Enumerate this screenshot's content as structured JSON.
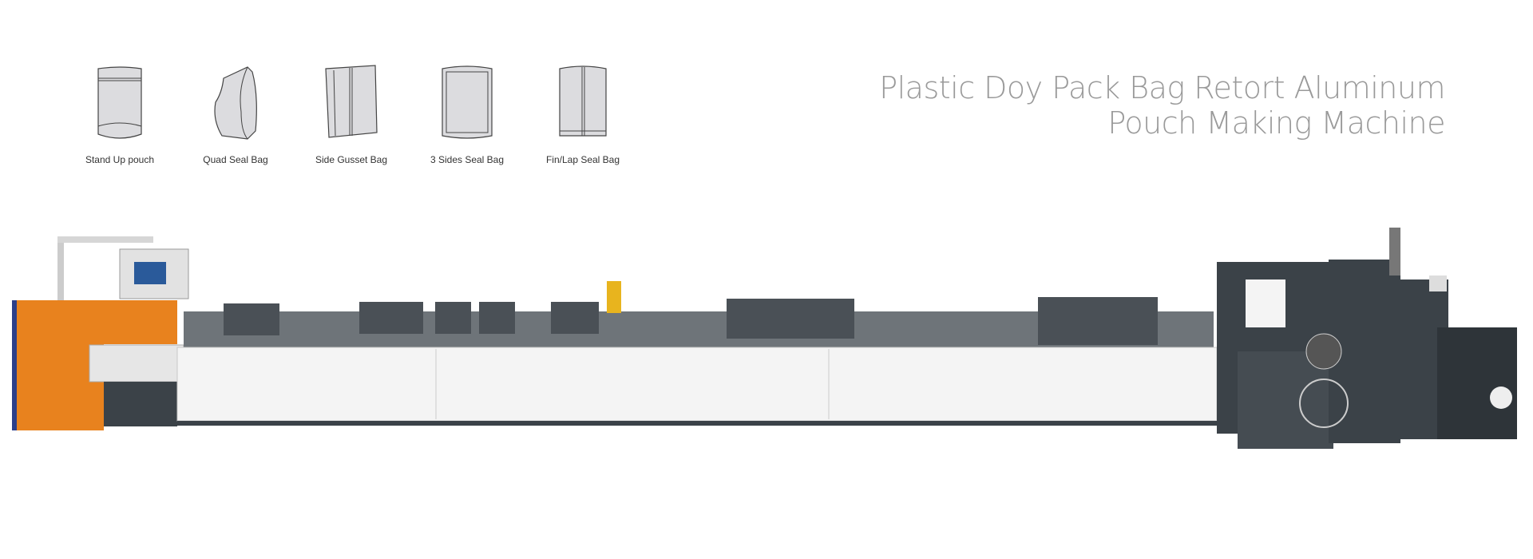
{
  "bag_types": [
    {
      "label": "Stand Up pouch",
      "icon": "stand-up-pouch-icon"
    },
    {
      "label": "Quad Seal Bag",
      "icon": "quad-seal-bag-icon"
    },
    {
      "label": "Side Gusset Bag",
      "icon": "side-gusset-bag-icon"
    },
    {
      "label": "3 Sides Seal Bag",
      "icon": "three-sides-seal-bag-icon"
    },
    {
      "label": "Fin/Lap Seal Bag",
      "icon": "fin-lap-seal-bag-icon"
    }
  ],
  "title": {
    "line1": "Plastic Doy Pack Bag Retort Aluminum",
    "line2": "Pouch Making Machine"
  },
  "colors": {
    "title": "#9a9a9a",
    "cabinet_orange": "#e8821e",
    "machine_dark": "#3b4248",
    "base_white": "#f4f4f4"
  }
}
